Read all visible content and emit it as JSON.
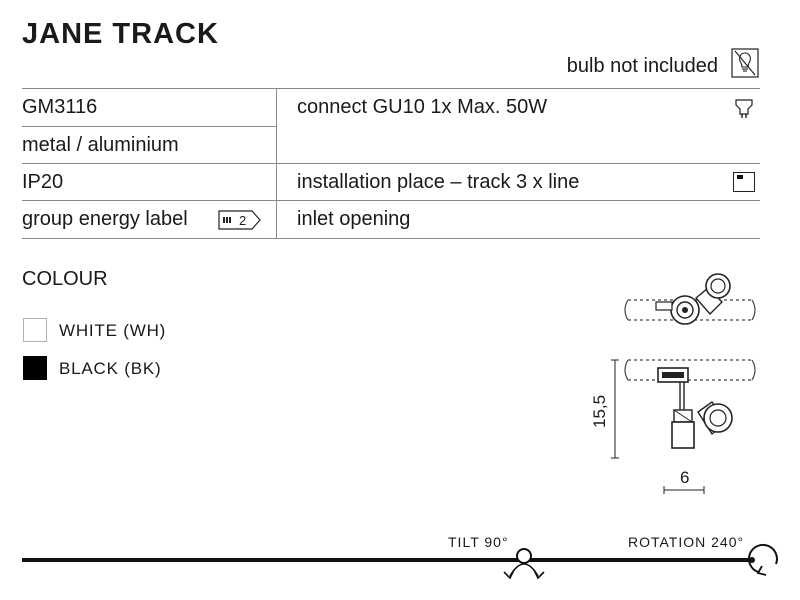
{
  "title": "JANE TRACK",
  "bulb_note": "bulb not included",
  "specs": {
    "code": "GM3116",
    "material": "metal / aluminium",
    "ip": "IP20",
    "energy_label_text": "group energy label",
    "energy_badge": "2",
    "connect": "connect GU10 1x Max. 50W",
    "installation": "installation place – track 3 x line",
    "inlet": "inlet opening"
  },
  "colour": {
    "heading": "COLOUR",
    "options": [
      {
        "label": "WHITE (WH)",
        "color": "#ffffff"
      },
      {
        "label": "BLACK (BK)",
        "color": "#000000"
      }
    ]
  },
  "dimensions": {
    "height": "15,5",
    "width": "6"
  },
  "motion": {
    "tilt": "TILT 90°",
    "rotation": "ROTATION 240°"
  },
  "icons": {
    "bulb": "crossed-bulb-icon",
    "gu10": "gu10-socket-icon",
    "track": "track-3-line-icon",
    "energy": "energy-label-icon"
  }
}
